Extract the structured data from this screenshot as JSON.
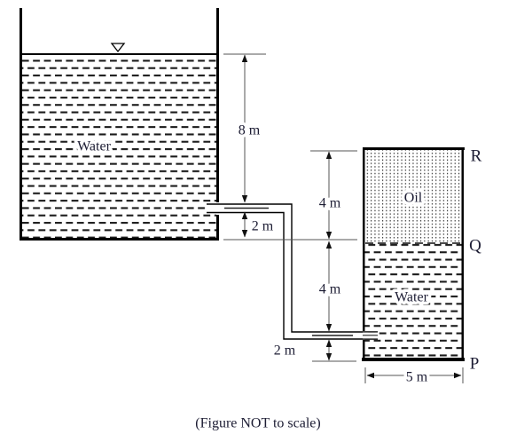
{
  "caption": "(Figure NOT to scale)",
  "labels": {
    "left_water": "Water",
    "oil": "Oil",
    "right_water": "Water",
    "r": "R",
    "q": "Q",
    "p": "P"
  },
  "dimensions": {
    "depth_8m": "8 m",
    "drop_2m": "2 m",
    "oil_4m": "4 m",
    "water_4m": "4 m",
    "bottom_2m": "2 m",
    "width_5m": "5 m"
  },
  "symbols": {
    "water_level": "▽"
  },
  "colors": {
    "line": "#000000",
    "dimension_line": "#555555",
    "text": "#1c1c33",
    "background": "#ffffff"
  }
}
